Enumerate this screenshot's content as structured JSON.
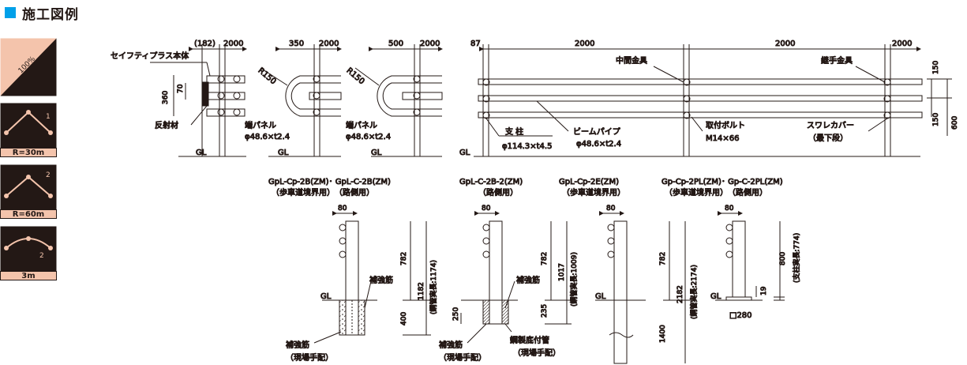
{
  "title": "施工図例",
  "side_tiles": [
    {
      "label": "",
      "text": "100%"
    },
    {
      "label": "R=30m",
      "number": "1"
    },
    {
      "label": "R=60m",
      "number": "2"
    },
    {
      "label": "3m",
      "number": "2"
    }
  ],
  "top": {
    "v1": {
      "dim_a": "(182)",
      "dim_b": "2000",
      "callout_body": "セイフティプラス本体",
      "callout_reflector": "反射材",
      "dim_360": "360",
      "dim_70": "70",
      "gl": "GL"
    },
    "v2": {
      "dim_a": "350",
      "dim_b": "2000",
      "radius": "R150",
      "end_panel": "端パネル",
      "pipe_spec": "φ48.6×t2.4",
      "gl": "GL"
    },
    "v3": {
      "dim_a": "500",
      "dim_b": "2000",
      "radius": "R150",
      "end_panel": "端パネル",
      "pipe_spec": "φ48.6×t2.4",
      "gl": "GL"
    },
    "v4": {
      "dim_87": "87",
      "dim_2000a": "2000",
      "dim_2000b": "2000",
      "dim_2000c": "2000",
      "mid_fitting": "中間金具",
      "joint_fitting": "継手金具",
      "post_label": "支 柱",
      "post_spec": "φ114.3×t4.5",
      "beam_pipe": "ビームパイプ",
      "beam_spec": "φ48.6×t2.4",
      "bolt_label": "取付ボルト",
      "bolt_spec": "M14×66",
      "sleeve_label": "スワレカバー",
      "sleeve_note": "（最下段）",
      "dim_150a": "150",
      "dim_150b": "150",
      "dim_600": "600",
      "gl": "GL"
    }
  },
  "bottom": {
    "b1": {
      "code": "GpL-Cp-2B(ZM)･ GpL-C-2B(ZM)",
      "use": "（歩車道境界用）　（路側用）",
      "dim_80": "80",
      "rebar": "補強筋",
      "dim_782": "782",
      "dim_1182": "1182",
      "actual": "(鋼管実長:1174)",
      "dim_400": "400",
      "gl": "GL",
      "rebar_bottom": "補強筋",
      "onsite": "（現場手配）"
    },
    "b2": {
      "code": "GpL-C-2B-2(ZM)",
      "use": "（路側用）",
      "dim_80": "80",
      "rebar": "補強筋",
      "dim_782": "782",
      "dim_1017": "1017",
      "actual": "(鋼管実長:1009)",
      "dim_250": "250",
      "dim_235": "235",
      "rebar_bottom": "補強筋",
      "onsite": "（現場手配）",
      "sleeve": "鋼製底付管",
      "sleeve_note": "（現場手配）"
    },
    "b3": {
      "code": "GpL-Cp-2E(ZM)",
      "use": "（歩車道境界用）",
      "dim_80": "80",
      "dim_782": "782",
      "dim_2182": "2182",
      "actual": "(鋼管実長:2174)",
      "dim_1400": "1400",
      "gl": "GL"
    },
    "b4": {
      "code": "Gp-Cp-2PL(ZM)･ Gp-C-2PL(ZM)",
      "use": "（歩車道境界用）　（路側用）",
      "dim_80": "80",
      "dim_800": "800",
      "actual": "(支柱実長:774)",
      "dim_19": "19",
      "base": "□280",
      "gl": "GL"
    }
  }
}
